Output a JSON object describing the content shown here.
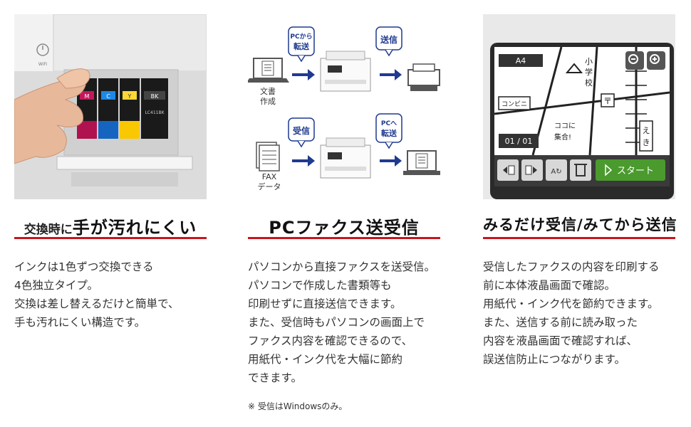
{
  "col1": {
    "heading_small": "交換時に",
    "heading_big": "手が汚れにくい",
    "lines": [
      "インクは1色ずつ交換できる",
      "4色独立タイプ。",
      "交換は差し替えるだけと簡単で、",
      "手も汚れにくい構造です。"
    ],
    "photo": {
      "wifi_label": "WiFi",
      "cartridges": [
        "M",
        "C",
        "Y",
        "BK"
      ],
      "cartridge_model": "LC411BK"
    }
  },
  "col2": {
    "heading": "PCファクス送受信",
    "lines": [
      "パソコンから直接ファクスを送受信。",
      "パソコンで作成した書類等も",
      "印刷せずに直接送信できます。",
      "また、受信時もパソコンの画面上で",
      "ファクス内容を確認できるので、",
      "用紙代・インク代を大幅に節約",
      "できます。"
    ],
    "note": "※ 受信はWindowsのみ。",
    "diagram": {
      "top_bubble_1": [
        "PCから",
        "転送"
      ],
      "top_bubble_2": "送信",
      "top_source": [
        "文書",
        "作成"
      ],
      "bottom_bubble_1": "受信",
      "bottom_bubble_2": [
        "PCへ",
        "転送"
      ],
      "bottom_source": [
        "FAX",
        "データ"
      ]
    }
  },
  "col3": {
    "heading": "みるだけ受信/みてから送信",
    "lines": [
      "受信したファクスの内容を印刷する",
      "前に本体液晶画面で確認。",
      "用紙代・インク代を節約できます。",
      "また、送信する前に読み取った",
      "内容を液晶画面で確認すれば、",
      "誤送信防止につながります。"
    ],
    "screen": {
      "paper_size": "A4",
      "page_counter": "01 / 01",
      "start_button": "スタート",
      "map_labels": {
        "school": [
          "小",
          "学",
          "校"
        ],
        "store": "コンビニ",
        "meet": [
          "ココに",
          "集合!"
        ],
        "station": [
          "え",
          "き"
        ],
        "post": "〒"
      }
    }
  },
  "colors": {
    "accent": "#c8161d",
    "arrow": "#1f3a8f",
    "start_green": "#4a9a2e"
  }
}
